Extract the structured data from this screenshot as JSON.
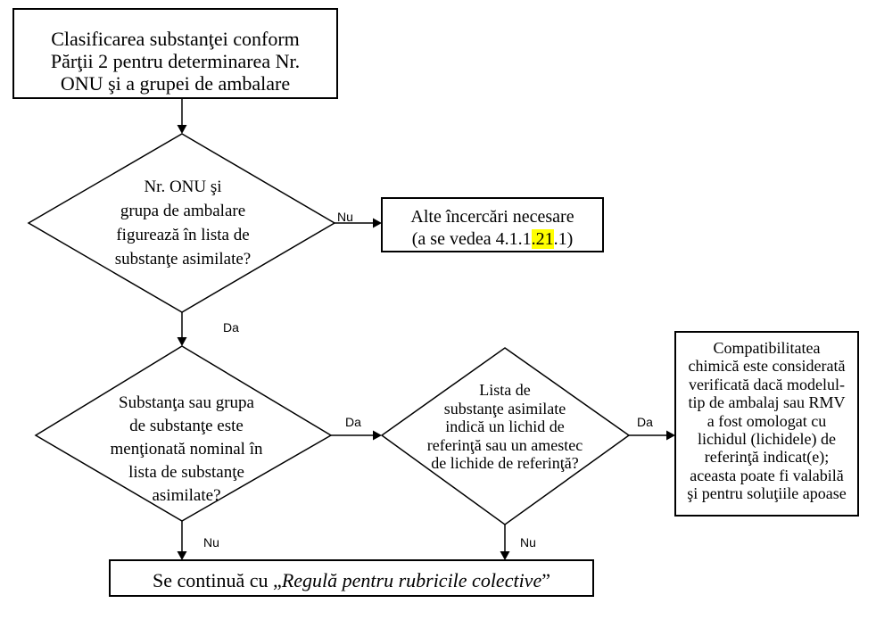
{
  "nodes": {
    "start": {
      "lines": [
        "Clasificarea substanţei conform",
        "Părţii 2 pentru determinarea Nr.",
        "ONU şi a grupei de ambalare"
      ]
    },
    "decision_listed": {
      "lines": [
        "Nr. ONU şi",
        "grupa de ambalare",
        "figurează în lista de",
        "substanţe asimilate?"
      ]
    },
    "further_tests": {
      "line1": "Alte încercări necesare",
      "ref_before": "(a se vedea 4.1.1",
      "ref_highlight": ".21",
      "ref_after": ".1)"
    },
    "decision_named": {
      "lines": [
        "Substanţa sau grupa",
        "de substanţe este",
        "menţionată nominal în",
        "lista de substanţe",
        "asimilate?"
      ]
    },
    "decision_reference": {
      "lines": [
        "Lista de",
        "substanţe asimilate",
        "indică un lichid de",
        "referinţă sau un amestec",
        "de lichide de referinţă?"
      ]
    },
    "compatibility": {
      "lines": [
        "Compatibilitatea",
        "chimică este considerată",
        "verificată dacă modelul-",
        "tip de ambalaj sau RMV",
        "a fost omologat cu",
        "lichidul (lichidele) de",
        "referinţă indicat(e);",
        "aceasta poate fi valabilă",
        "şi pentru soluţiile apoase"
      ]
    },
    "continue": {
      "before": "Se continuă cu „",
      "italic": "Regulă pentru rubricile colective",
      "after": "”"
    }
  },
  "edge_labels": {
    "listed_no": "Nu",
    "listed_yes": "Da",
    "named_yes": "Da",
    "reference_yes": "Da",
    "named_no": "Nu",
    "reference_no": "Nu"
  },
  "colors": {
    "highlight": "#ffff00"
  }
}
